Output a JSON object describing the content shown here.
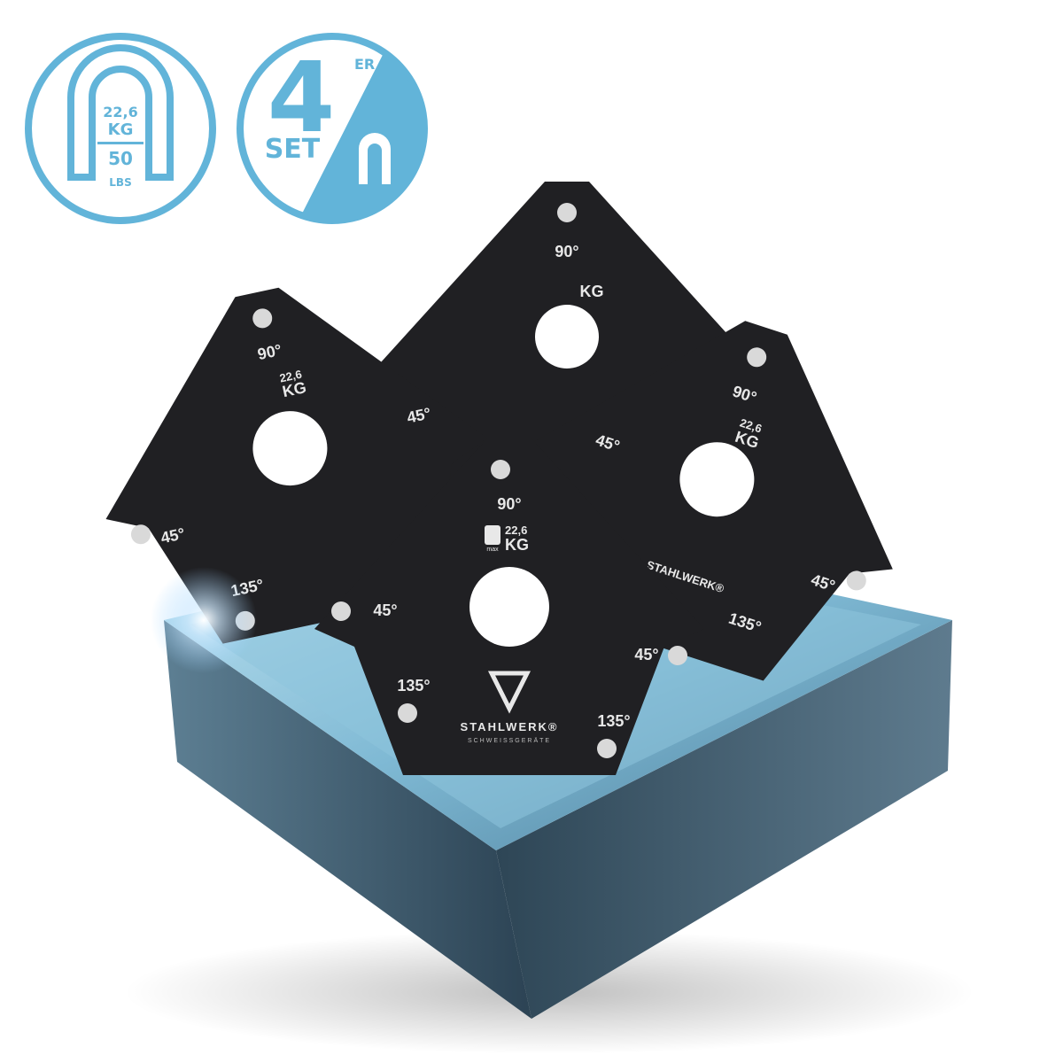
{
  "colors": {
    "badge_blue": "#62b4d9",
    "magnet_black": "#1f1f21",
    "tray_blue": "#3e5f74",
    "background": "#ffffff"
  },
  "badge_weight": {
    "kg": "22,6",
    "kg_unit": "KG",
    "lbs": "50",
    "lbs_unit": "LBS",
    "icon": "horseshoe-magnet-icon"
  },
  "badge_set": {
    "count": "4",
    "suffix": "ER",
    "label": "SET",
    "icon": "horseshoe-magnet-icon"
  },
  "magnet": {
    "angle_top": "90°",
    "angle_side": "45°",
    "angle_bottom": "135°",
    "max_label": "max",
    "load": "22,6",
    "load_unit": "KG",
    "brand": "STAHLWERK®",
    "brand_sub": "SCHWEISSGERÄTE"
  }
}
